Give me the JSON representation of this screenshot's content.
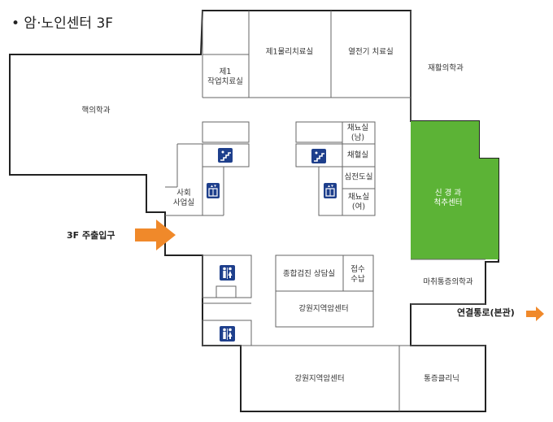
{
  "title": "• 암·노인센터 3F",
  "colors": {
    "highlight": "#5cb336",
    "arrow": "#f0892a",
    "icon": "#1e3f8c"
  },
  "rooms": {
    "pt1": "제1물리치료실",
    "electro": "열전기 치료실",
    "rehab": "재활의학과",
    "ot1": "제1 작업치료실",
    "nuclear": "핵의학과",
    "blood_m": "채뇨실 (남)",
    "blood": "채혈실",
    "ecg": "심전도실",
    "blood_f": "채뇨실 (여)",
    "social": "사회 사업실",
    "neuro": "신 경 과 척추센터",
    "checkup": "종합검진 상담실",
    "reception": "접수 수납",
    "cancer1": "강원지역암센터",
    "anesth": "마취통증의학과",
    "cancer2": "강원지역암센터",
    "pain": "통증클리닉"
  },
  "labels": {
    "entry_3f": "3F 주출입구",
    "connection": "연결통로(본관)"
  },
  "icons": [
    "stairs-icon",
    "stairs-icon",
    "elevator-icon",
    "elevator-icon",
    "restroom-icon",
    "restroom-icon"
  ]
}
